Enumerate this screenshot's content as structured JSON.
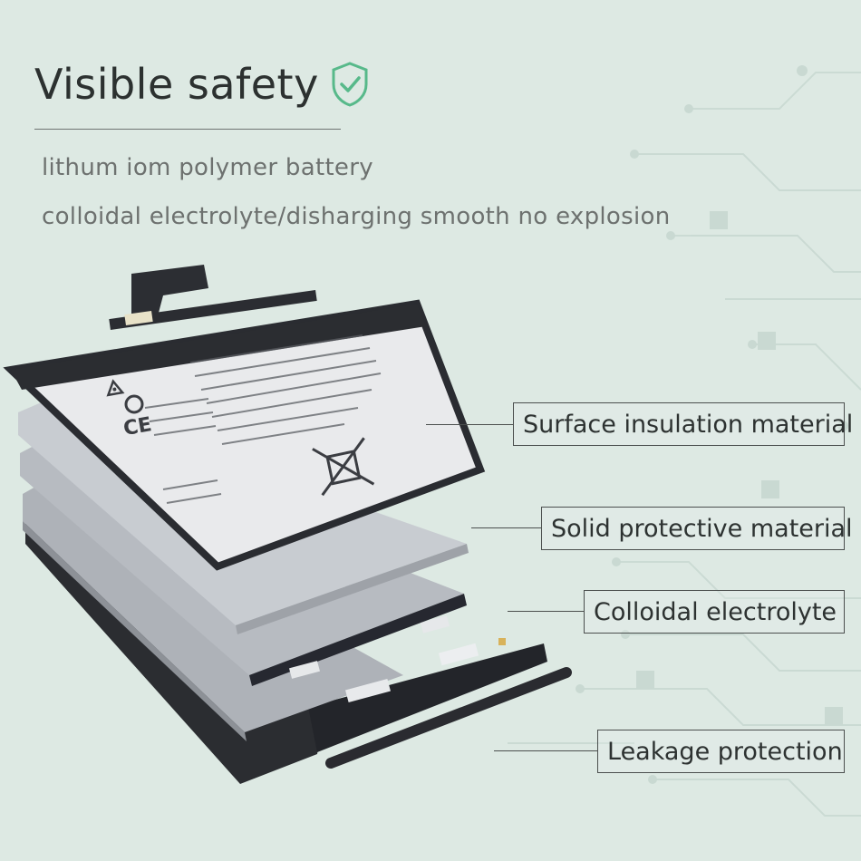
{
  "title": "Visible safety",
  "subtitle_lines": [
    "lithum iom polymer battery",
    "colloidal electrolyte/disharging smooth no explosion"
  ],
  "callouts": [
    "Surface insulation material",
    "Solid protective material",
    "Colloidal electrolyte",
    "Leakage protection"
  ],
  "colors": {
    "background": "#dde9e3",
    "shield_accent": "#57b98a",
    "text_dark": "#2c3130",
    "text_muted": "#6d716f"
  },
  "icons": [
    "shield-check-icon",
    "recycle-icon",
    "crossed-bin-icon"
  ]
}
